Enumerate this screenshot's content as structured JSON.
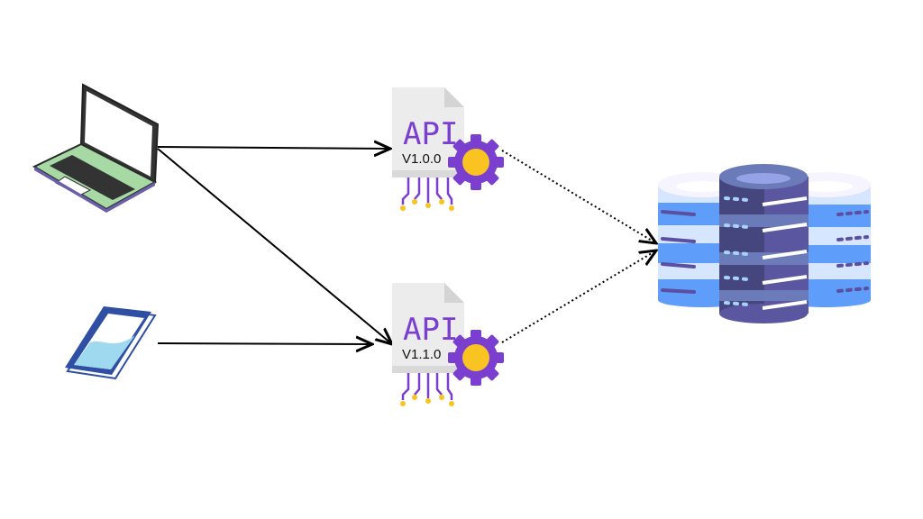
{
  "diagram": {
    "nodes": {
      "laptop": {
        "icon": "laptop-icon"
      },
      "phone": {
        "icon": "smartphone-icon"
      },
      "api_v1": {
        "title": "API",
        "version": "V1.0.0",
        "icon": "api-document-gear-icon"
      },
      "api_v2": {
        "title": "API",
        "version": "V1.1.0",
        "icon": "api-document-gear-icon"
      },
      "database": {
        "icon": "database-servers-icon"
      }
    },
    "edges": [
      {
        "from": "laptop",
        "to": "api_v1",
        "style": "solid-arrow"
      },
      {
        "from": "laptop",
        "to": "api_v2",
        "style": "solid-arrow"
      },
      {
        "from": "phone",
        "to": "api_v2",
        "style": "solid-arrow"
      },
      {
        "from": "api_v1",
        "to": "database",
        "style": "dotted-arrow"
      },
      {
        "from": "api_v2",
        "to": "database",
        "style": "dotted-arrow"
      }
    ],
    "colors": {
      "purple": "#7b3fd0",
      "gold": "#f9c321",
      "db_dark": "#46467f",
      "db_blue": "#5f9dfb",
      "laptop_screen": "#a7d9a5",
      "phone_blue": "#2e4fa3"
    }
  }
}
